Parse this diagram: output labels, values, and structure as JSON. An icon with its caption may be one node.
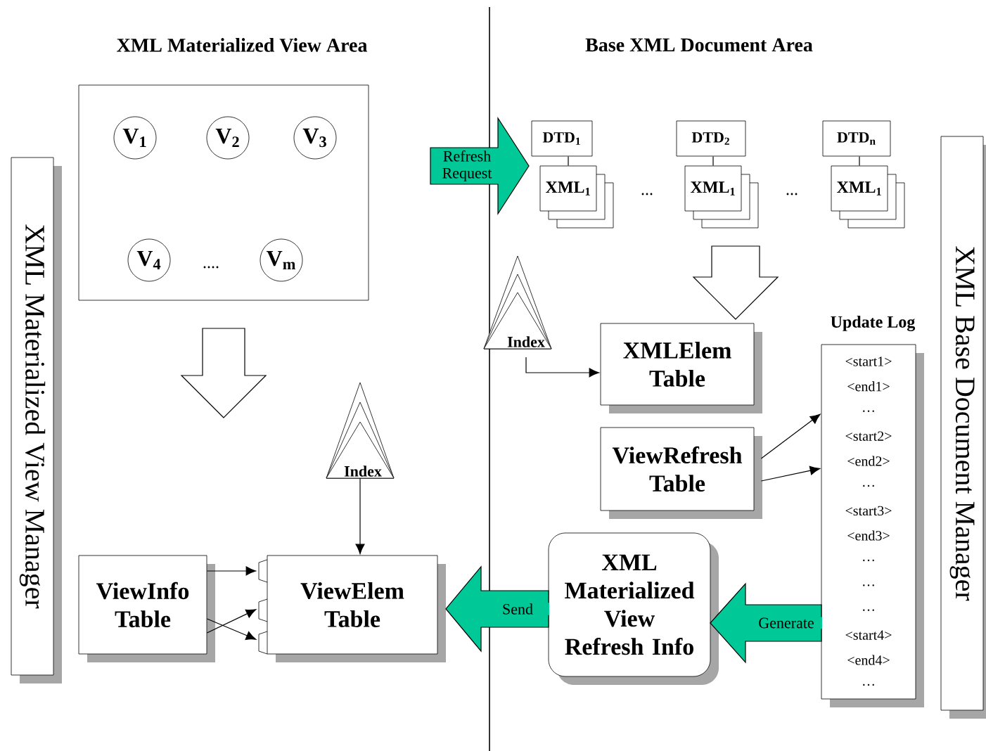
{
  "diagram": {
    "nodes": [
      {
        "text": [
          "XML Materialized View Manager"
        ]
      },
      {
        "text": [
          "XML Base Document Manager"
        ]
      },
      {
        "text": [],
        "shape": "box"
      },
      {
        "text": [
          "V$_{1}$"
        ],
        "in": 2
      },
      {
        "text": [
          "V$_{2}$"
        ],
        "in": 2
      },
      {
        "text": [
          "V$_{3}$"
        ],
        "in": 2
      },
      {
        "text": [
          "V$_{4}$"
        ],
        "in": 2
      },
      {
        "text": [
          "V$_{m}$"
        ],
        "in": 2
      },
      {
        "text": [
          "DTD$_{1}$"
        ]
      },
      {
        "text": [
          "XML$_{1}$"
        ]
      },
      {
        "text": [
          "DTD$_{2}$"
        ]
      },
      {
        "text": [
          "XML$_{1}$"
        ]
      },
      {
        "text": [
          "DTD$_{n}$"
        ]
      },
      {
        "text": [
          "XML$_{1}$"
        ]
      },
      {
        "text": [
          "Index"
        ]
      },
      {
        "text": [
          "XMLElem Table"
        ]
      },
      {
        "text": [
          "Update Log",
          "<start1>",
          "<end1>",
          "…",
          "<start2>",
          "<end2>",
          "…",
          "<start3>",
          "<end3>",
          "…",
          "…",
          "…",
          "<start4>",
          "<end4>",
          "…"
        ]
      },
      {
        "text": [
          "ViewRefresh Table"
        ]
      },
      {
        "text": [
          "XML Materialized View Refresh Info"
        ]
      },
      {
        "text": [
          "Index"
        ]
      },
      {
        "text": [
          "ViewInfo Table"
        ]
      },
      {
        "text": [
          "ViewElem Table"
        ]
      }
    ],
    "edges": [
      {
        "from": 8,
        "to": 9,
        "arrow": "none"
      },
      {
        "from": 10,
        "to": 11,
        "arrow": "none"
      },
      {
        "from": 12,
        "to": 13,
        "arrow": "none"
      },
      {
        "from": null,
        "to": 9,
        "arrow": "to",
        "label": "Refresh Request",
        "style": "thick",
        "color": "#00c896"
      },
      {
        "from": 2,
        "to": null,
        "arrow": "to",
        "style": "thick"
      },
      {
        "from": 11,
        "to": 15,
        "arrow": "to",
        "style": "thick"
      },
      {
        "from": 14,
        "to": 15,
        "arrow": "to"
      },
      {
        "from": 17,
        "to": 16,
        "arrow": "to"
      },
      {
        "from": 17,
        "to": 16,
        "arrow": "to"
      },
      {
        "from": 16,
        "to": 18,
        "arrow": "to",
        "label": "Generate",
        "style": "thick",
        "color": "#00c896"
      },
      {
        "from": 18,
        "to": 21,
        "arrow": "to",
        "label": "Send",
        "style": "thick",
        "color": "#00c896"
      },
      {
        "from": 19,
        "to": 21,
        "arrow": "to"
      },
      {
        "from": 20,
        "to": 21,
        "arrow": "to"
      },
      {
        "from": 20,
        "to": 21,
        "arrow": "to"
      },
      {
        "from": 20,
        "to": 21,
        "arrow": "to"
      }
    ],
    "labels": [
      "XML Materialized View Area",
      "Base XML Document Area",
      "...",
      "...",
      "...."
    ]
  }
}
